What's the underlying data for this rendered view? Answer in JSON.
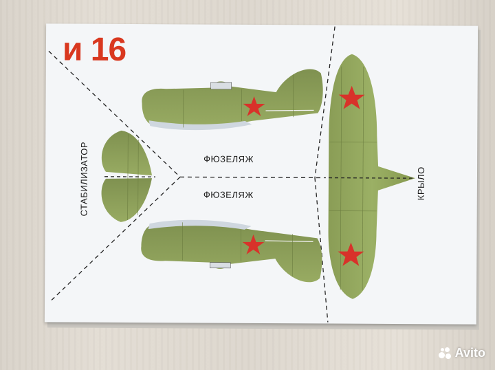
{
  "title": "и 16",
  "labels": {
    "stabilizer": "СТАБИЛИЗАТОР",
    "fuselage_top": "ФЮЗЕЛЯЖ",
    "fuselage_bottom": "ФЮЗЕЛЯЖ",
    "wing": "КРЫЛО"
  },
  "watermark": "Avito",
  "colors": {
    "title_red": "#d9381f",
    "plane_green": "#8fa35a",
    "star_red": "#d8322a",
    "card": "#f4f6f8"
  }
}
